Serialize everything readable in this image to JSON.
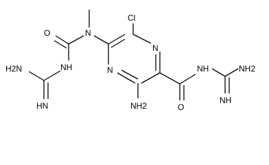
{
  "molecule": {
    "atoms": {
      "cl": "Cl",
      "n_methyl": "N",
      "o_left": "O",
      "nh_left": "NH",
      "h2n_left": "H2N",
      "hn_left": "HN",
      "n_ring_top": "N",
      "n_ring_bottom": "N",
      "nh2_bottom": "NH2",
      "o_right": "O",
      "nh_right": "NH",
      "nh2_right": "NH2",
      "nh_imine_right": "NH"
    }
  },
  "colors": {
    "ink": "#000000",
    "background": "#ffffff"
  }
}
